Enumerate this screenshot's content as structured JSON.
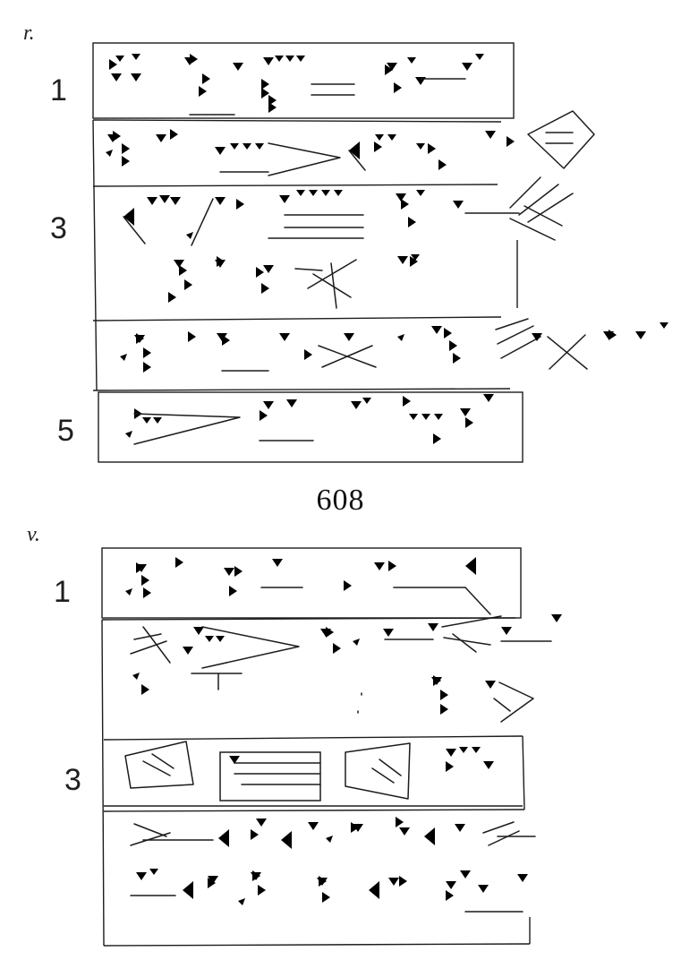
{
  "obverse": {
    "side_label": "r.",
    "line_numbers": [
      "1",
      "3",
      "5"
    ]
  },
  "tablet": {
    "number": "608"
  },
  "reverse": {
    "side_label": "v.",
    "line_numbers": [
      "1",
      "3"
    ]
  }
}
